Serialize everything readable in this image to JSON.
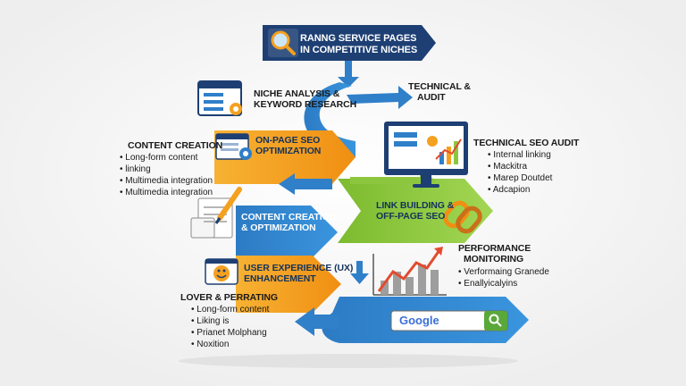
{
  "header": {
    "line1": "RANNG SERVICE PAGES",
    "line2": "IN COMPETITIVE NICHES"
  },
  "steps": {
    "niche": {
      "line1": "NICHE ANALYSIS &",
      "line2": "KEYWORD RESEARCH"
    },
    "tech_audit_small": {
      "line1": "TECHNICAL &",
      "line2": "AUDIT"
    },
    "onpage": {
      "line1": "ON-PAGE SEO",
      "line2": "OPTIMIZATION"
    },
    "link": {
      "line1": "LINK BUILDING &",
      "line2": "OFF-PAGE SEO"
    },
    "content": {
      "line1": "CONTENT CREATION",
      "line2": "& OPTIMIZATION"
    },
    "ux": {
      "line1": "USER EXPERIENCE (UX)",
      "line2": "ENHANCEMENT"
    }
  },
  "content_creation": {
    "title": "CONTENT CREATION",
    "items": [
      "Long-form content",
      "linking",
      "Multimedia integration",
      "Multimedia integration"
    ]
  },
  "technical_seo_audit": {
    "title": "TECHNICAL SEO AUDIT",
    "items": [
      "Internal linking",
      "Mackitra",
      "Marep Doutdet",
      "Adcapion"
    ]
  },
  "performance": {
    "line1": "PERFORMANCE",
    "line2": "MONITORING",
    "items": [
      "Verformaing Granede",
      "Enallyicalyins"
    ]
  },
  "lover": {
    "title": "LOVER & PERRATING",
    "items": [
      "Long-form content",
      "Liking is",
      "Prianet Molphang",
      "Noxition"
    ]
  },
  "google_label": "Google",
  "colors": {
    "navy": "#1d3f73",
    "blue": "#2f7fc9",
    "orange": "#f4a120",
    "green": "#8cc63f",
    "chart_red": "#e24b2e"
  },
  "icons": [
    "magnifier-icon",
    "browser-gear-icon",
    "document-gear-icon",
    "monitor-chart-icon",
    "chain-link-icon",
    "pen-document-icon",
    "smiley-icon",
    "growth-chart-icon",
    "search-bar-icon"
  ]
}
